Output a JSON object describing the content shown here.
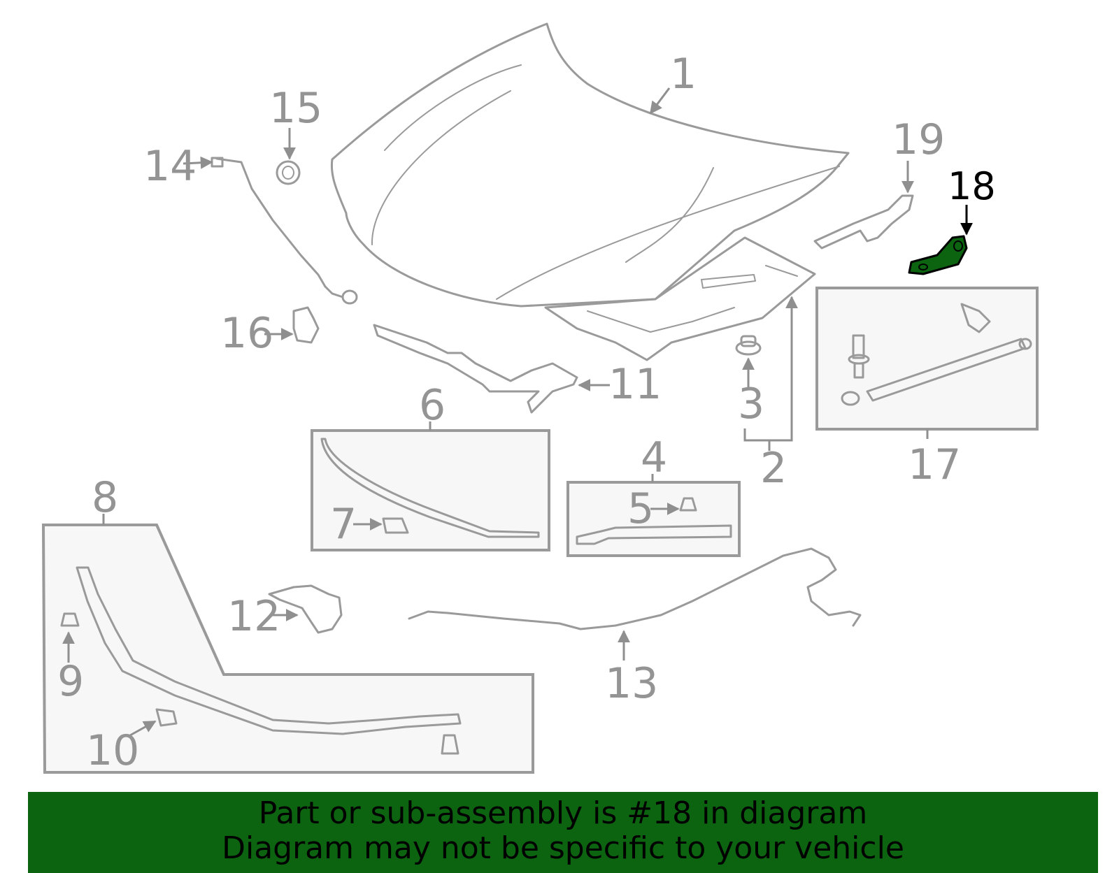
{
  "diagram": {
    "highlight_color": "#0c6410",
    "highlighted_part": "18",
    "callouts": {
      "c1": "1",
      "c2": "2",
      "c3": "3",
      "c4": "4",
      "c5": "5",
      "c6": "6",
      "c7": "7",
      "c8": "8",
      "c9": "9",
      "c10": "10",
      "c11": "11",
      "c12": "12",
      "c13": "13",
      "c14": "14",
      "c15": "15",
      "c16": "16",
      "c17": "17",
      "c18": "18",
      "c19": "19"
    }
  },
  "banner": {
    "line1": "Part or sub-assembly is #18 in diagram",
    "line2": "Diagram may not be specific to your vehicle",
    "background": "#0c6410"
  }
}
